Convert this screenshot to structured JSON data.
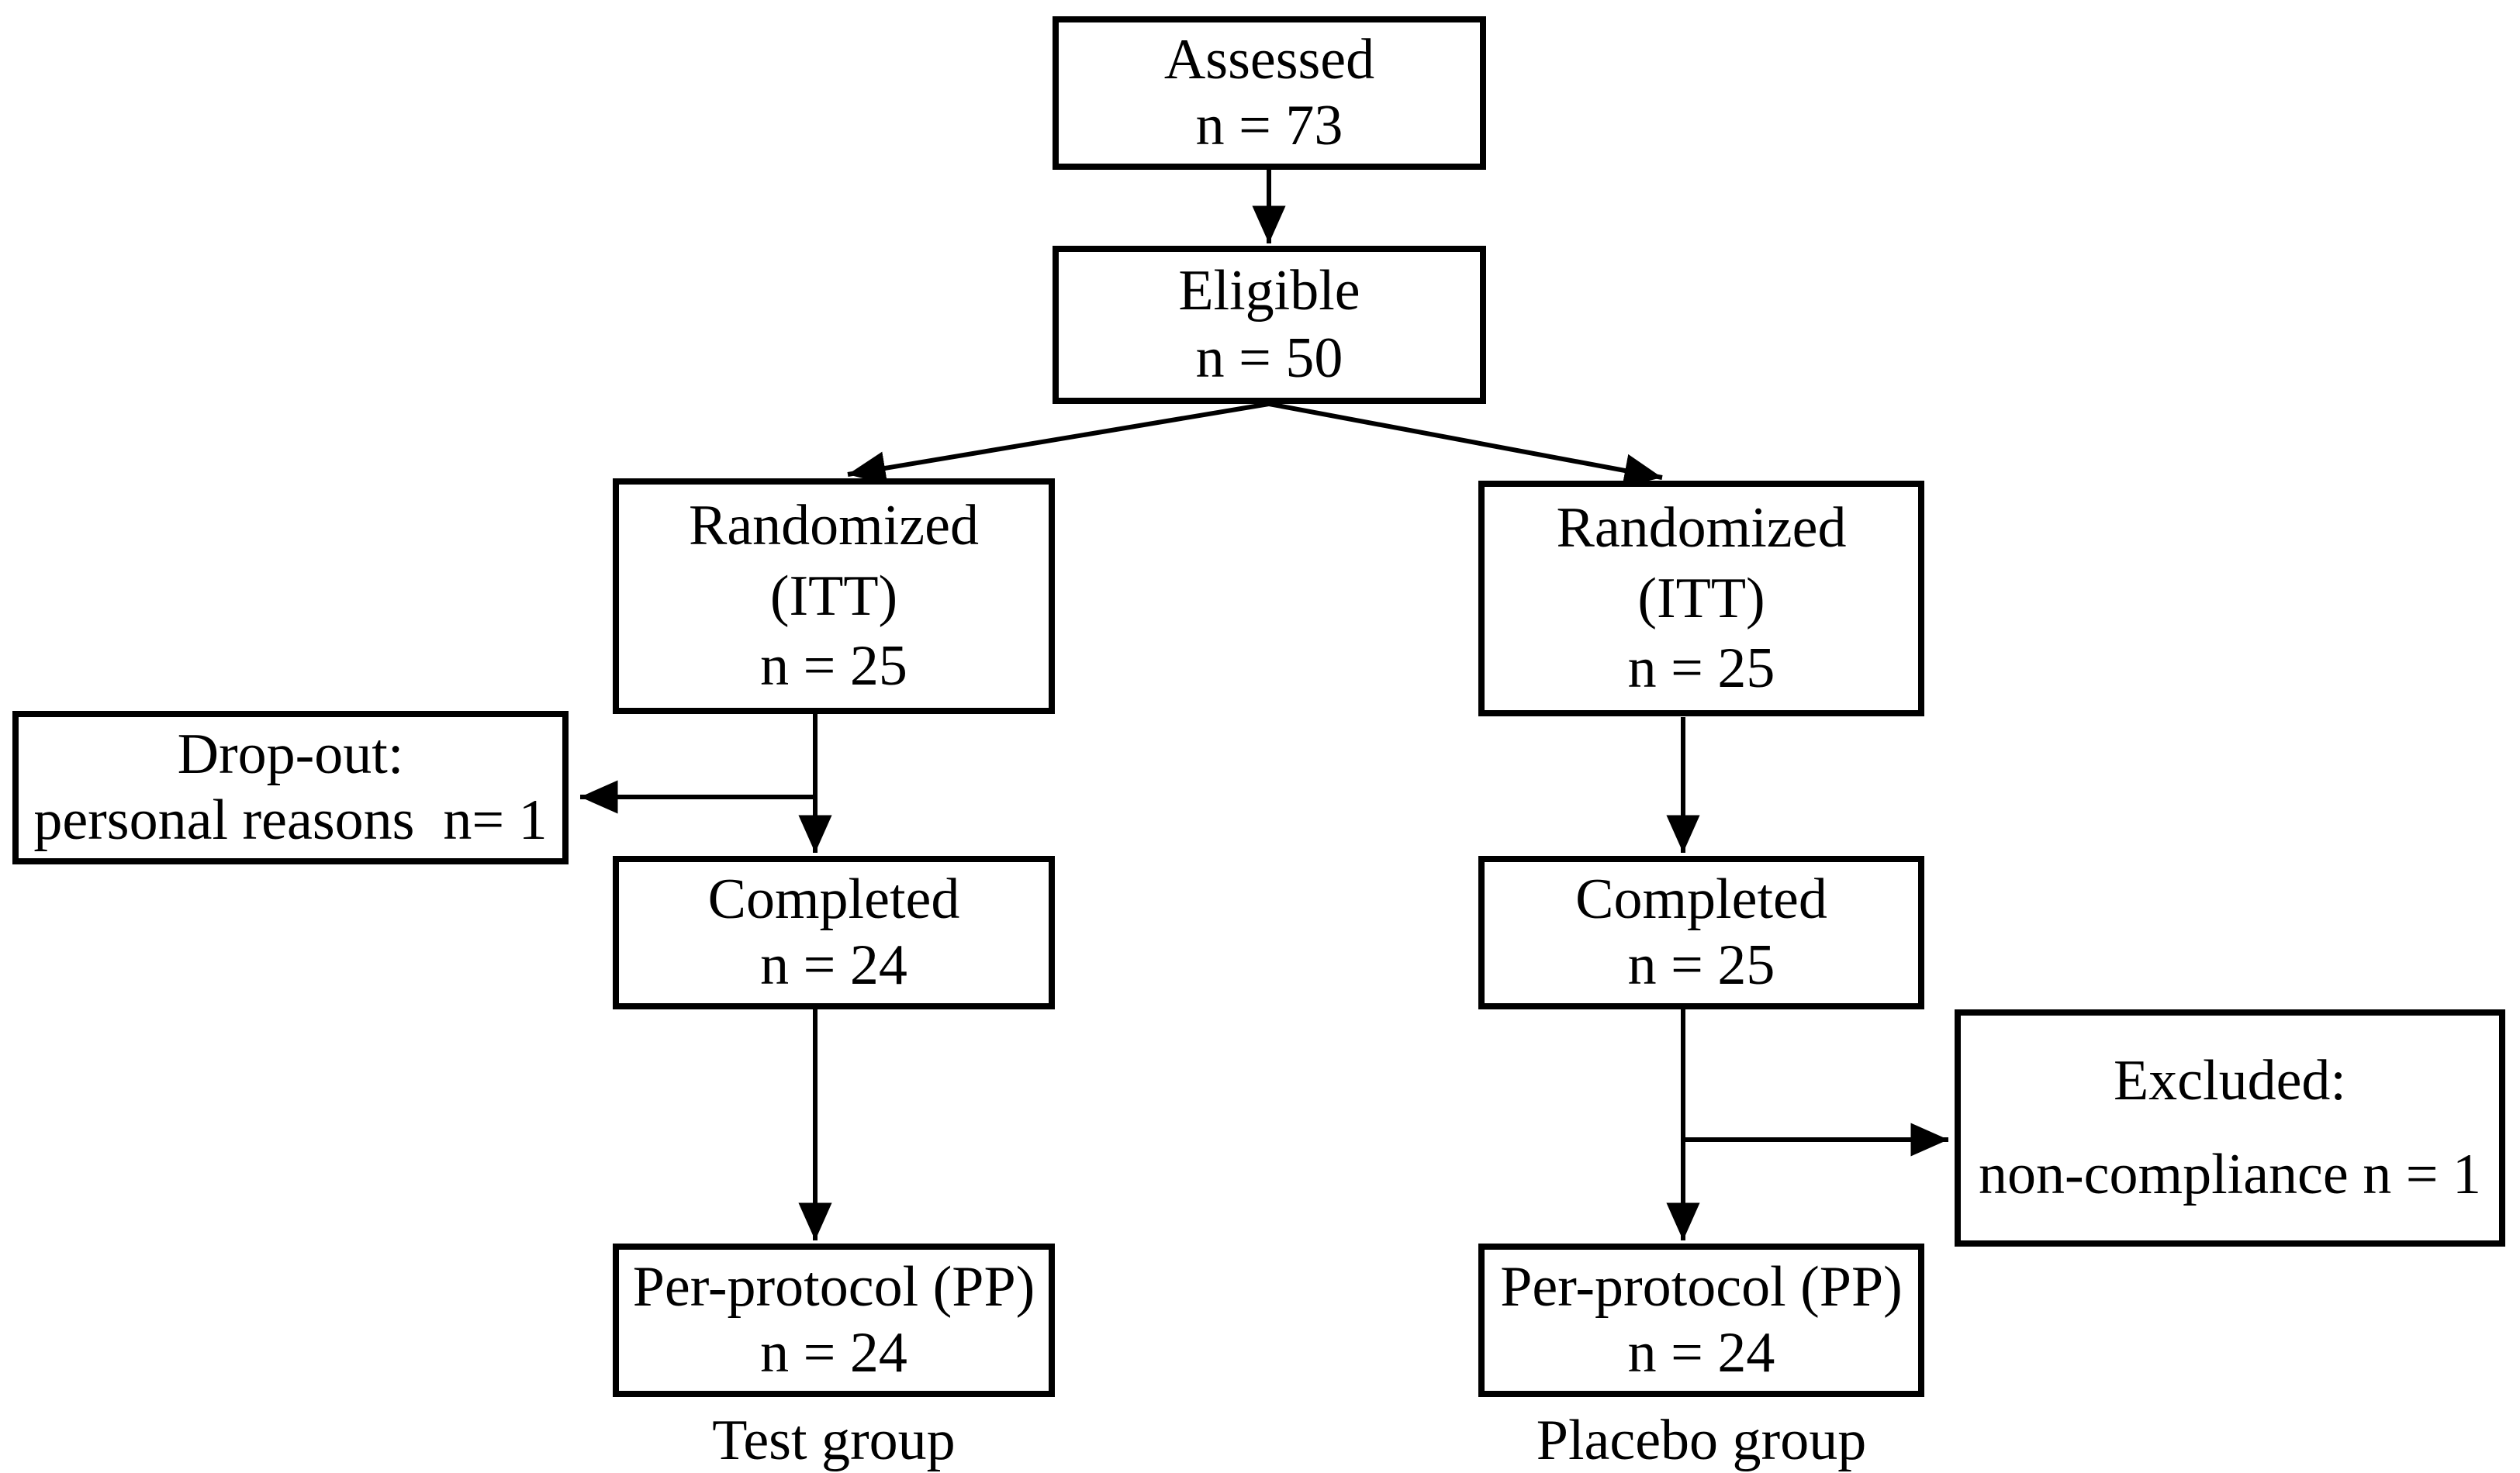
{
  "diagram": {
    "boxes": {
      "assessed": {
        "line1": "Assessed",
        "line2": "n = 73"
      },
      "eligible": {
        "line1": "Eligible",
        "line2": "n = 50"
      },
      "randomized_test": {
        "line1": "Randomized",
        "line2": "(ITT)",
        "line3": "n = 25"
      },
      "randomized_placebo": {
        "line1": "Randomized",
        "line2": "(ITT)",
        "line3": "n = 25"
      },
      "dropout": {
        "line1": "Drop-out:",
        "line2": "personal reasons  n= 1"
      },
      "completed_test": {
        "line1": "Completed",
        "line2": "n = 24"
      },
      "completed_placebo": {
        "line1": "Completed",
        "line2": "n = 25"
      },
      "excluded": {
        "line1": "Excluded:",
        "line2": "non-compliance n = 1"
      },
      "per_protocol_test": {
        "line1": "Per-protocol (PP)",
        "line2": "n = 24"
      },
      "per_protocol_placebo": {
        "line1": "Per-protocol (PP)",
        "line2": "n = 24"
      }
    },
    "labels": {
      "test_group": "Test group",
      "placebo_group": "Placebo group"
    },
    "colors": {
      "line": "#000000",
      "text": "#000000",
      "background": "#ffffff"
    }
  }
}
